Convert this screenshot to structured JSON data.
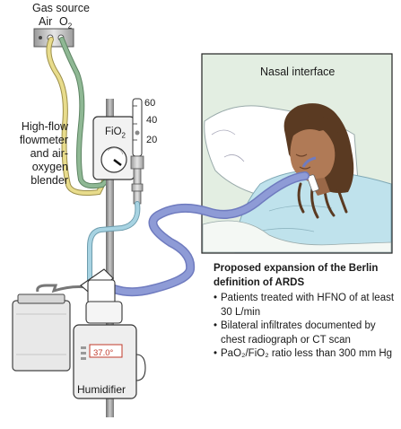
{
  "labels": {
    "gas_source": "Gas source",
    "air": "Air",
    "o2": "O",
    "o2_sub": "2",
    "blender": "High-flow flowmeter and air-oxygen blender",
    "fio2": "FiO",
    "fio2_sub": "2",
    "scale_ticks": [
      "60",
      "40",
      "20"
    ],
    "nasal_interface": "Nasal interface",
    "humidifier": "Humidifier",
    "temperature": "37.0°"
  },
  "info": {
    "title": "Proposed expansion of the Berlin definition of ARDS",
    "items": [
      "Patients treated with HFNO of at least 30 L/min",
      "Bilateral infiltrates documented by chest radiograph or CT scan",
      "PaO₂/FiO₂ ratio less than 300 mm Hg"
    ]
  },
  "colors": {
    "air_tube": "#e8dc8c",
    "o2_tube": "#8fb894",
    "circuit": "#8e9bd6",
    "circuit_dark": "#6f7bbf",
    "water_tube": "#a7d3e2",
    "scene_bg": "#e3eee2",
    "skin": "#b07a56",
    "hair": "#5a3a22",
    "gown": "#bfe2ec",
    "pole": "#8a8a8a"
  }
}
